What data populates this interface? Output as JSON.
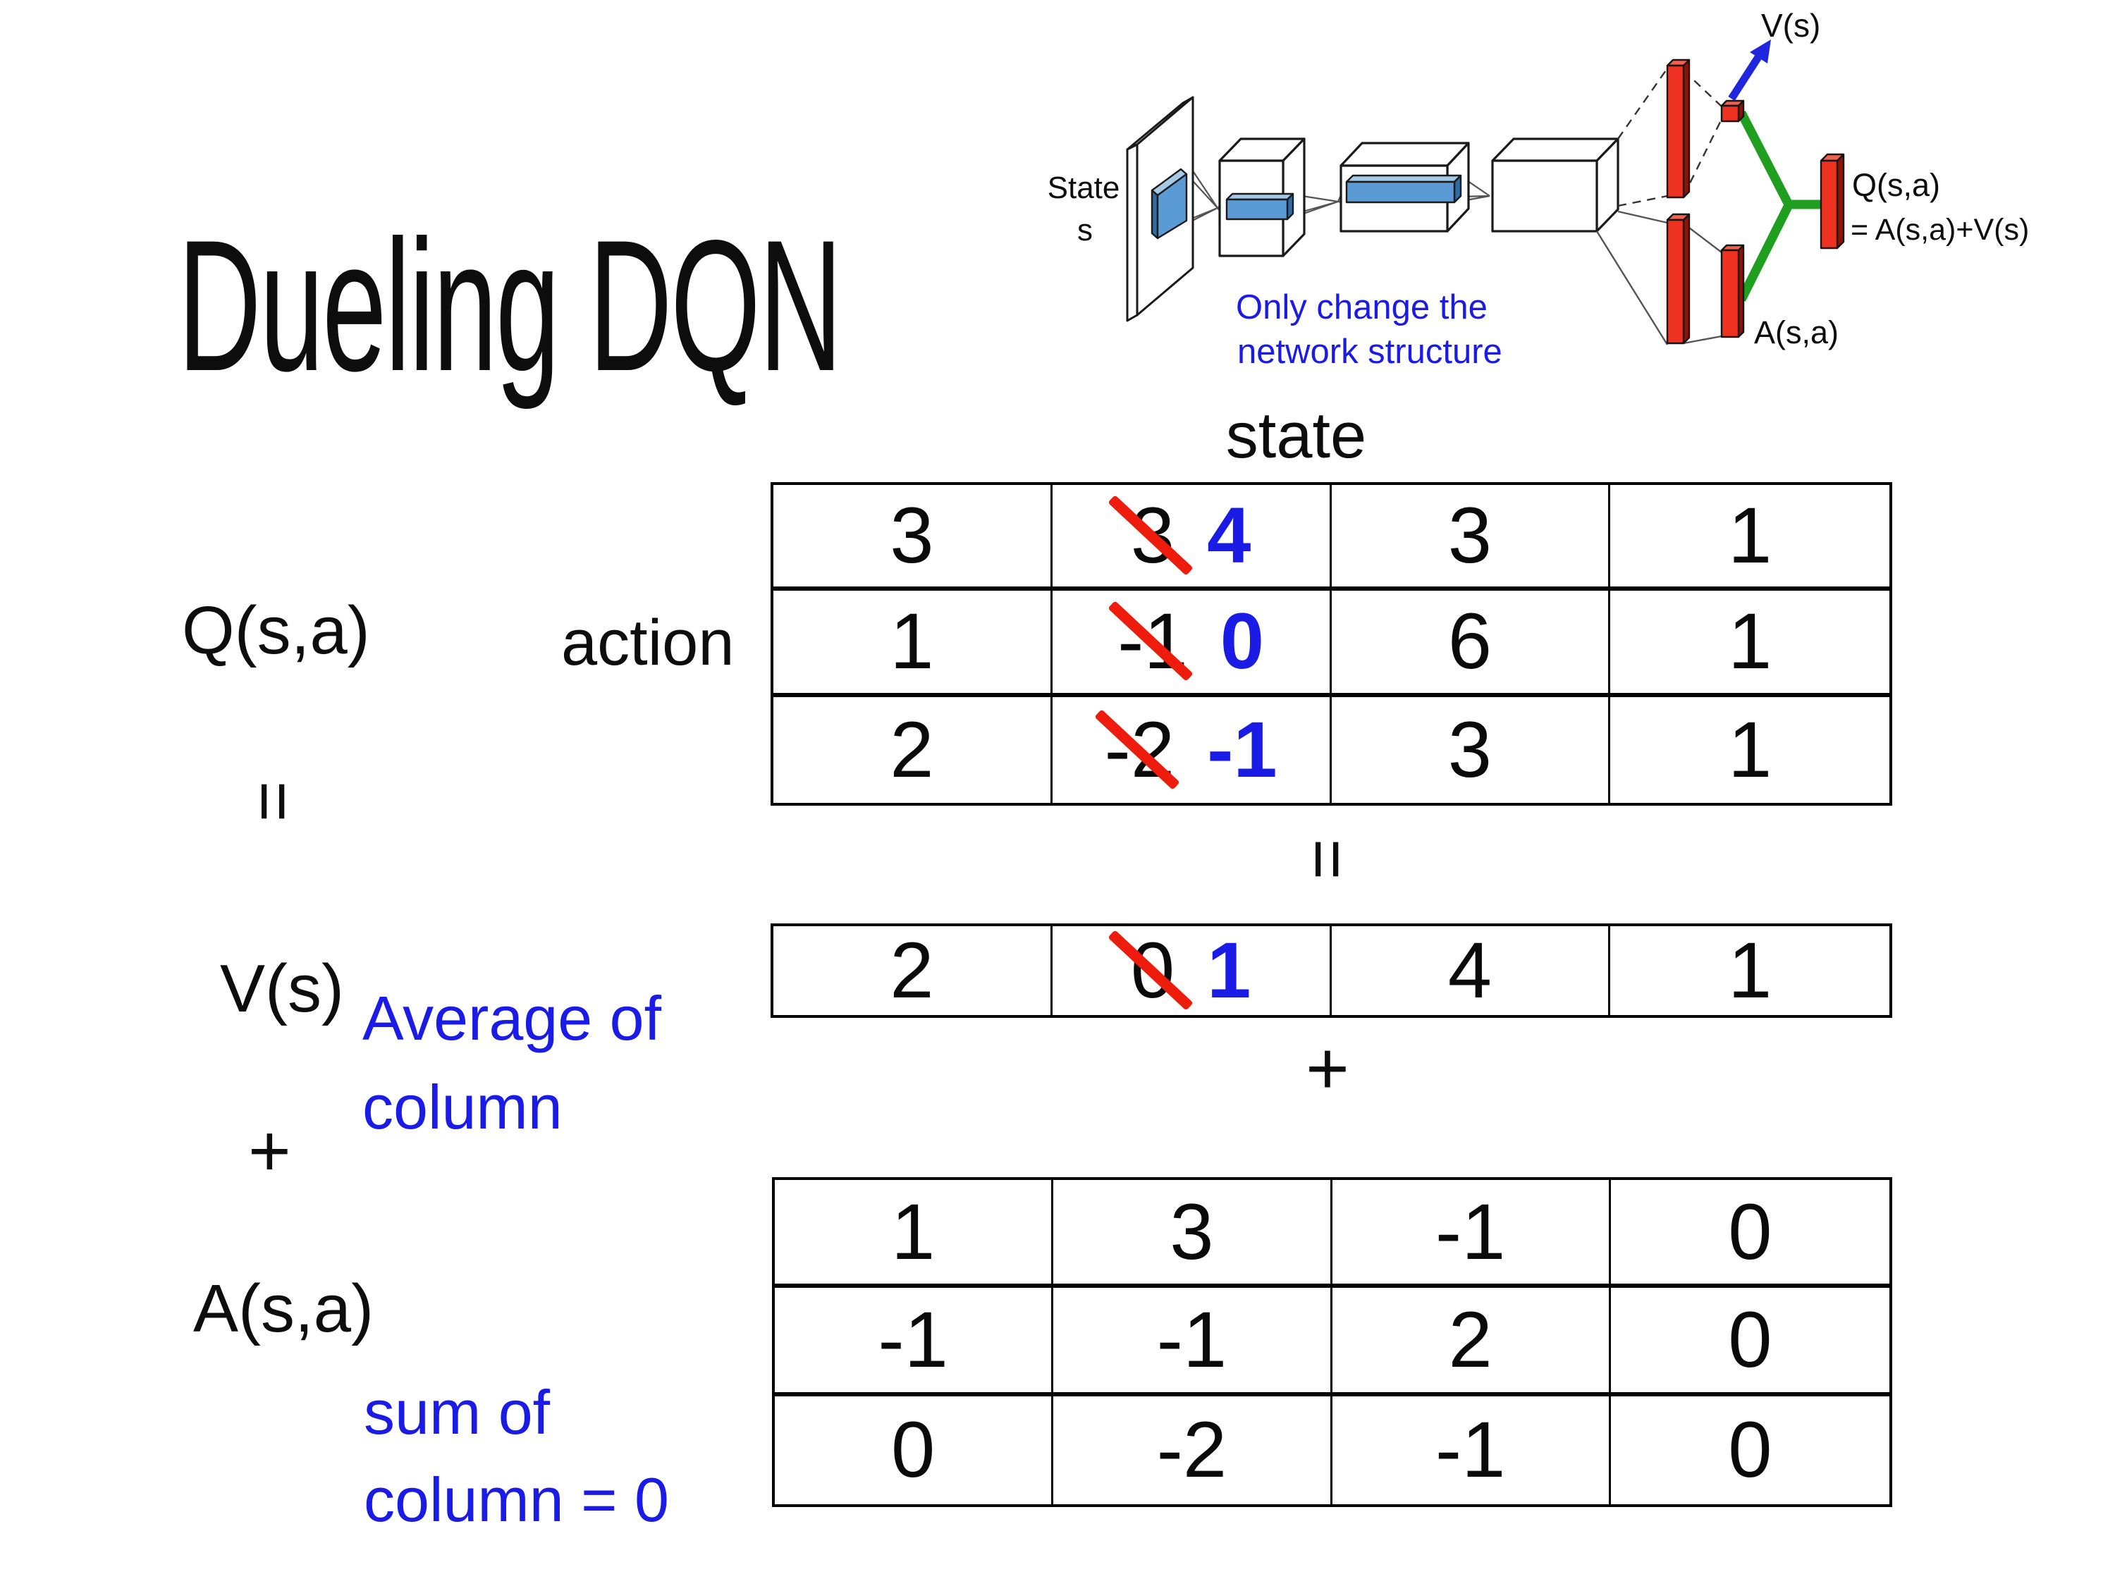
{
  "title": "Dueling DQN",
  "colors": {
    "text_blue": "#1b1be6",
    "strike_red": "#ee1c0c",
    "bar_red": "#ee3120",
    "link_green": "#1f9e1f",
    "filter_blue": "#5b9bd5",
    "arrow_blue": "#2026dd"
  },
  "diagram": {
    "input_label_line1": "State",
    "input_label_line2": "s",
    "note_line1": "Only change the",
    "note_line2": "network structure",
    "v_output_label": "V(s)",
    "a_output_label": "A(s,a)",
    "q_output_label_line1": "Q(s,a)",
    "q_output_label_line2": "= A(s,a)+V(s)"
  },
  "equation": {
    "q_label": "Q(s,a)",
    "equals_left": "=",
    "v_label": "V(s)",
    "plus_left": "+",
    "a_label": "A(s,a)",
    "action_axis_label": "action",
    "state_axis_label": "state",
    "equals_center": "=",
    "plus_center": "+",
    "average_note_line1": "Average of",
    "average_note_line2": "column",
    "sum_note_line1": "sum of",
    "sum_note_line2": "column = 0"
  },
  "q_table": {
    "rows": [
      [
        {
          "v": "3"
        },
        {
          "old": "3",
          "new": "4"
        },
        {
          "v": "3"
        },
        {
          "v": "1"
        }
      ],
      [
        {
          "v": "1"
        },
        {
          "old": "-1",
          "new": "0"
        },
        {
          "v": "6"
        },
        {
          "v": "1"
        }
      ],
      [
        {
          "v": "2"
        },
        {
          "old": "-2",
          "new": "-1"
        },
        {
          "v": "3"
        },
        {
          "v": "1"
        }
      ]
    ]
  },
  "v_table": {
    "rows": [
      [
        {
          "v": "2"
        },
        {
          "old": "0",
          "new": "1"
        },
        {
          "v": "4"
        },
        {
          "v": "1"
        }
      ]
    ]
  },
  "a_table": {
    "rows": [
      [
        {
          "v": "1"
        },
        {
          "v": "3"
        },
        {
          "v": "-1"
        },
        {
          "v": "0"
        }
      ],
      [
        {
          "v": "-1"
        },
        {
          "v": "-1"
        },
        {
          "v": "2"
        },
        {
          "v": "0"
        }
      ],
      [
        {
          "v": "0"
        },
        {
          "v": "-2"
        },
        {
          "v": "-1"
        },
        {
          "v": "0"
        }
      ]
    ]
  }
}
